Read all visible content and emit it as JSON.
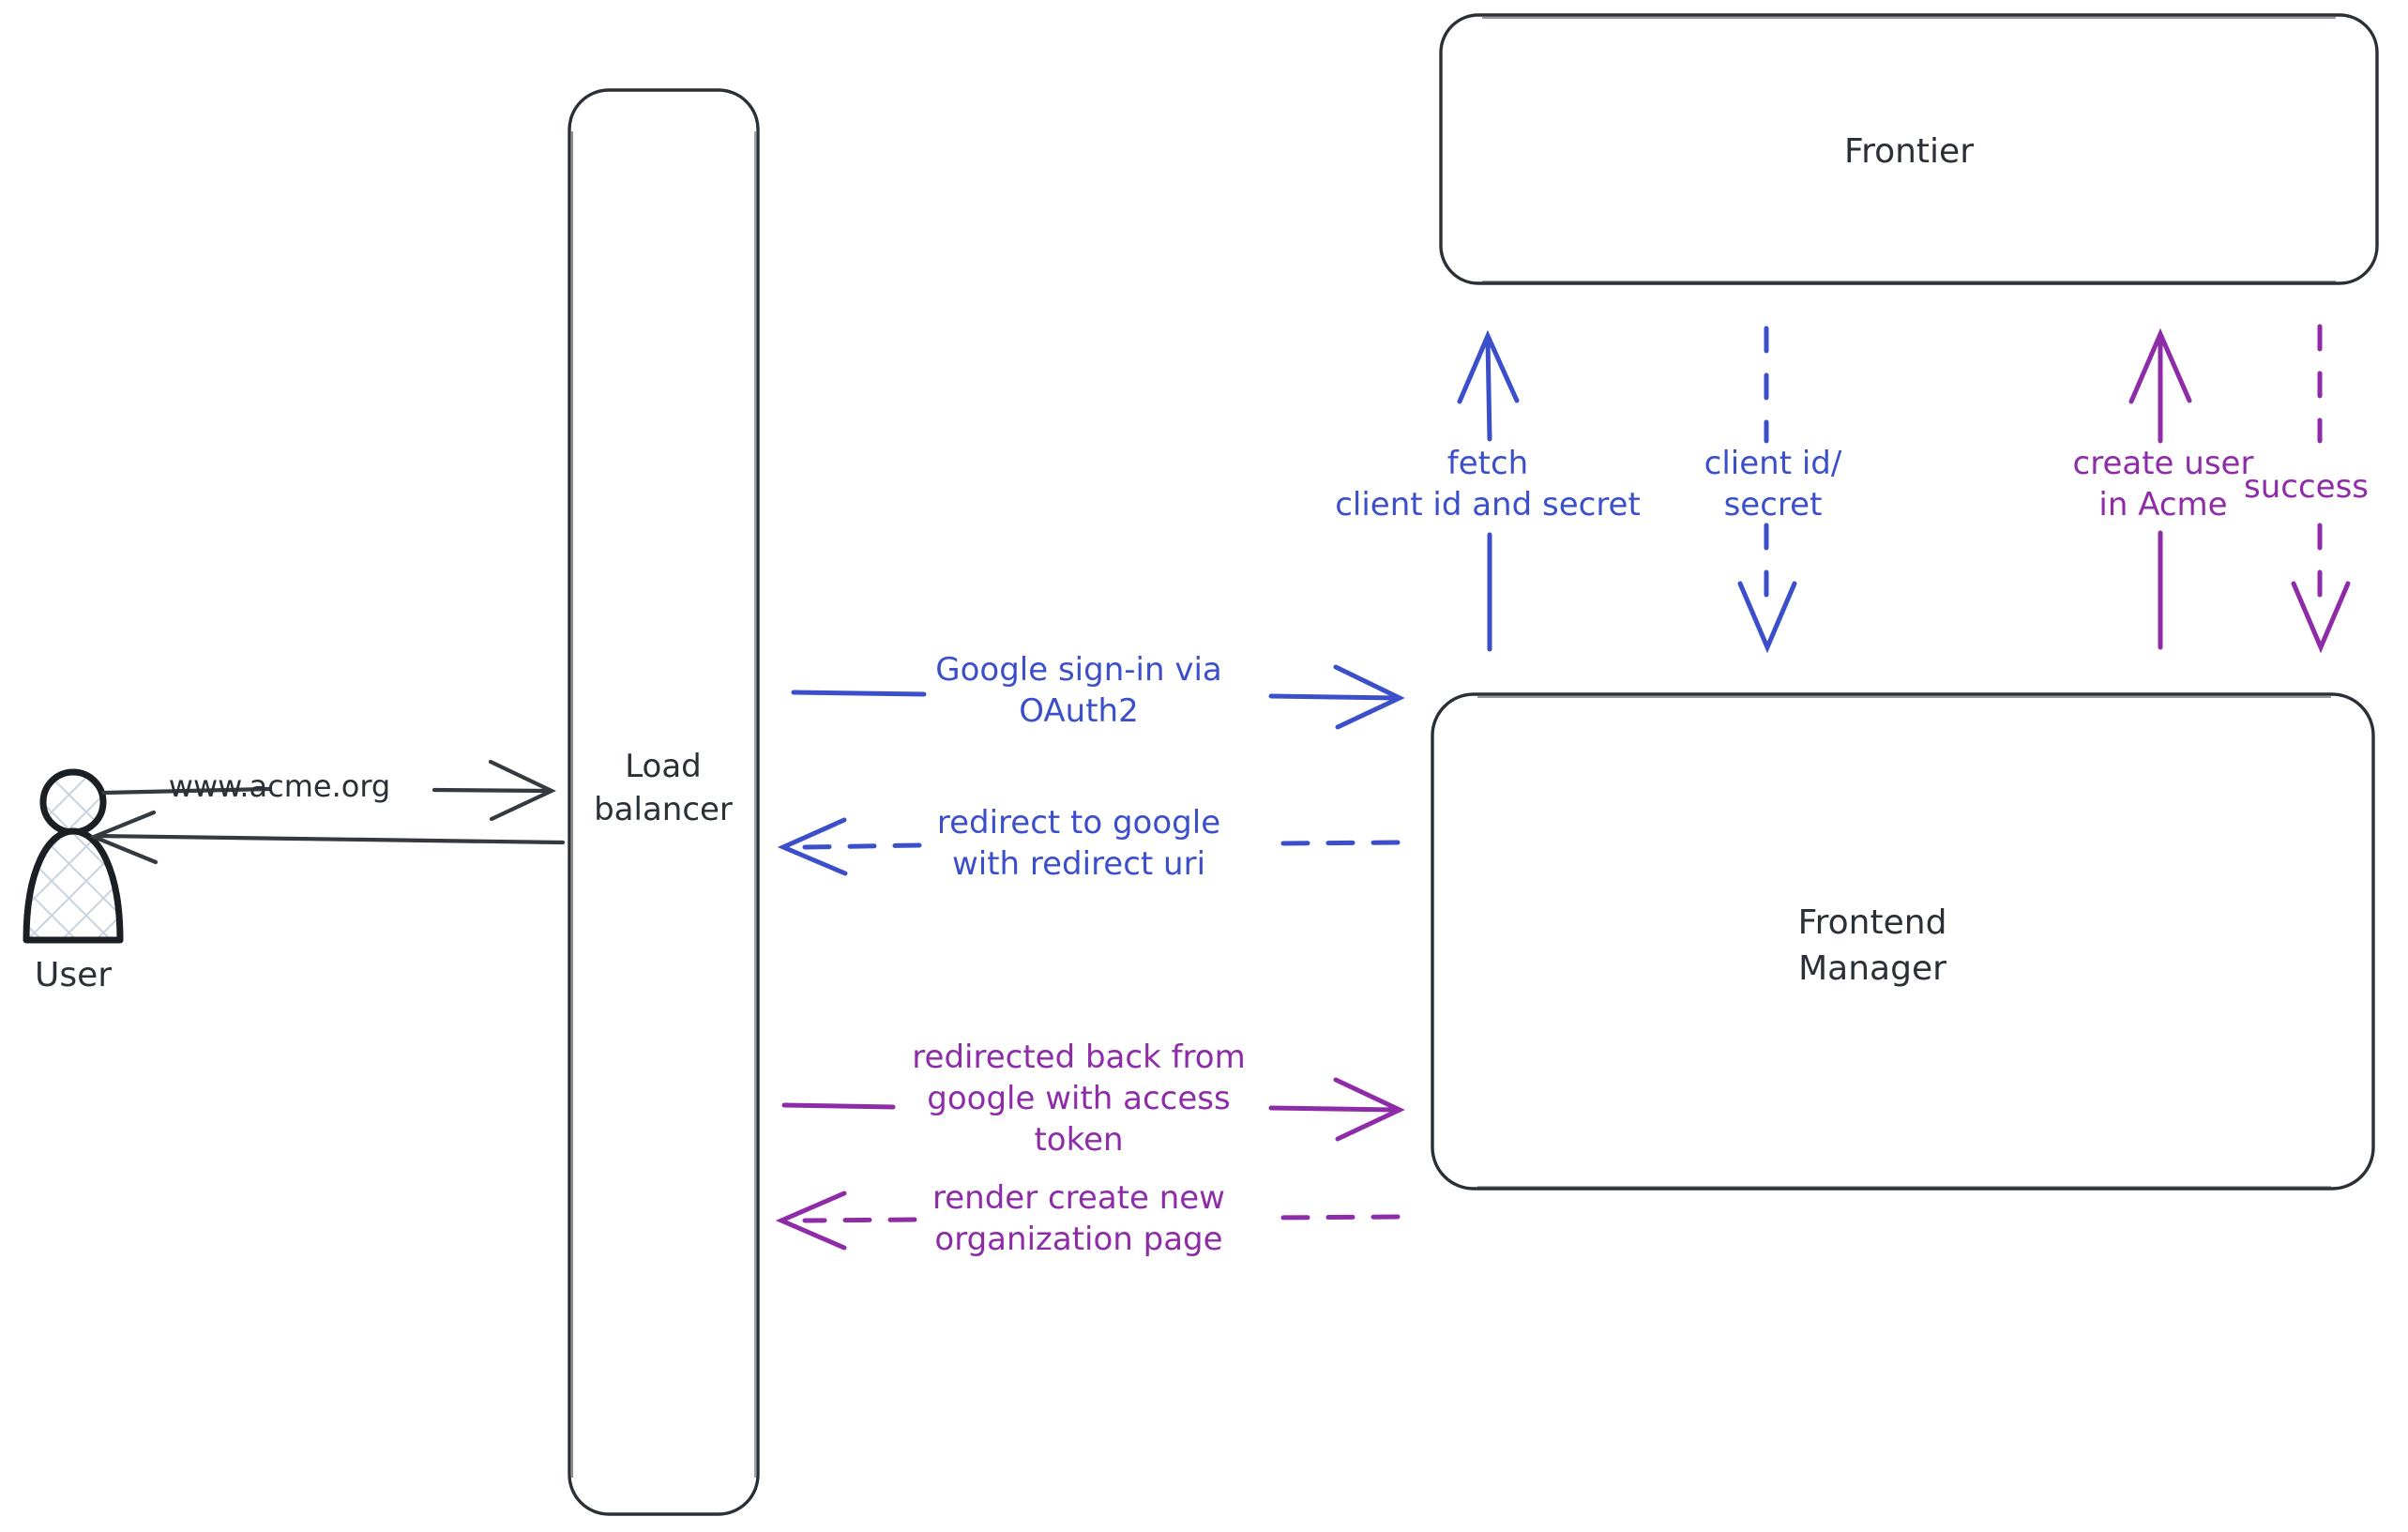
{
  "diagram": {
    "type": "sequence-architecture",
    "background_color": "#ffffff",
    "colors": {
      "node_stroke": "#2b2f36",
      "node_label": "#2b2f36",
      "user_arrow": "#343a40",
      "blue_flow": "#3b4fcb",
      "purple_flow": "#8e2ca8",
      "hatch": "#c9d3e0"
    }
  },
  "actors": {
    "user": {
      "label": "User",
      "icon": "person-icon"
    }
  },
  "nodes": [
    {
      "id": "load-balancer",
      "label": "Load\nbalancer"
    },
    {
      "id": "frontier",
      "label": "Frontier"
    },
    {
      "id": "frontend-manager",
      "label": "Frontend\nManager"
    }
  ],
  "edges": [
    {
      "id": "user-to-lb",
      "label": "www.acme.org",
      "from": "user",
      "to": "load-balancer",
      "style": "solid",
      "direction": "right",
      "color": "#343a40"
    },
    {
      "id": "lb-to-user",
      "label": "",
      "from": "load-balancer",
      "to": "user",
      "style": "solid",
      "direction": "left",
      "color": "#343a40"
    },
    {
      "id": "lb-to-fm-signin",
      "label": "Google sign-in via\nOAuth2",
      "from": "load-balancer",
      "to": "frontend-manager",
      "style": "solid",
      "direction": "right",
      "color": "#3b4fcb"
    },
    {
      "id": "fm-to-lb-redirect",
      "label": "redirect to google\nwith redirect uri",
      "from": "frontend-manager",
      "to": "load-balancer",
      "style": "dashed",
      "direction": "left",
      "color": "#3b4fcb"
    },
    {
      "id": "lb-to-fm-token",
      "label": "redirected back from\ngoogle with access\ntoken",
      "from": "load-balancer",
      "to": "frontend-manager",
      "style": "solid",
      "direction": "right",
      "color": "#8e2ca8"
    },
    {
      "id": "fm-to-lb-render",
      "label": "render create new\norganization page",
      "from": "frontend-manager",
      "to": "load-balancer",
      "style": "dashed",
      "direction": "left",
      "color": "#8e2ca8"
    },
    {
      "id": "fm-to-frontier-fetch",
      "label": "fetch\nclient id and secret",
      "from": "frontend-manager",
      "to": "frontier",
      "style": "solid",
      "direction": "up",
      "color": "#3b4fcb"
    },
    {
      "id": "frontier-to-fm-creds",
      "label": "client id/\nsecret",
      "from": "frontier",
      "to": "frontend-manager",
      "style": "dashed",
      "direction": "down",
      "color": "#3b4fcb"
    },
    {
      "id": "fm-to-frontier-create-user",
      "label": "create user\nin Acme",
      "from": "frontend-manager",
      "to": "frontier",
      "style": "solid",
      "direction": "up",
      "color": "#8e2ca8"
    },
    {
      "id": "frontier-to-fm-success",
      "label": "success",
      "from": "frontier",
      "to": "frontend-manager",
      "style": "dashed",
      "direction": "down",
      "color": "#8e2ca8"
    }
  ]
}
